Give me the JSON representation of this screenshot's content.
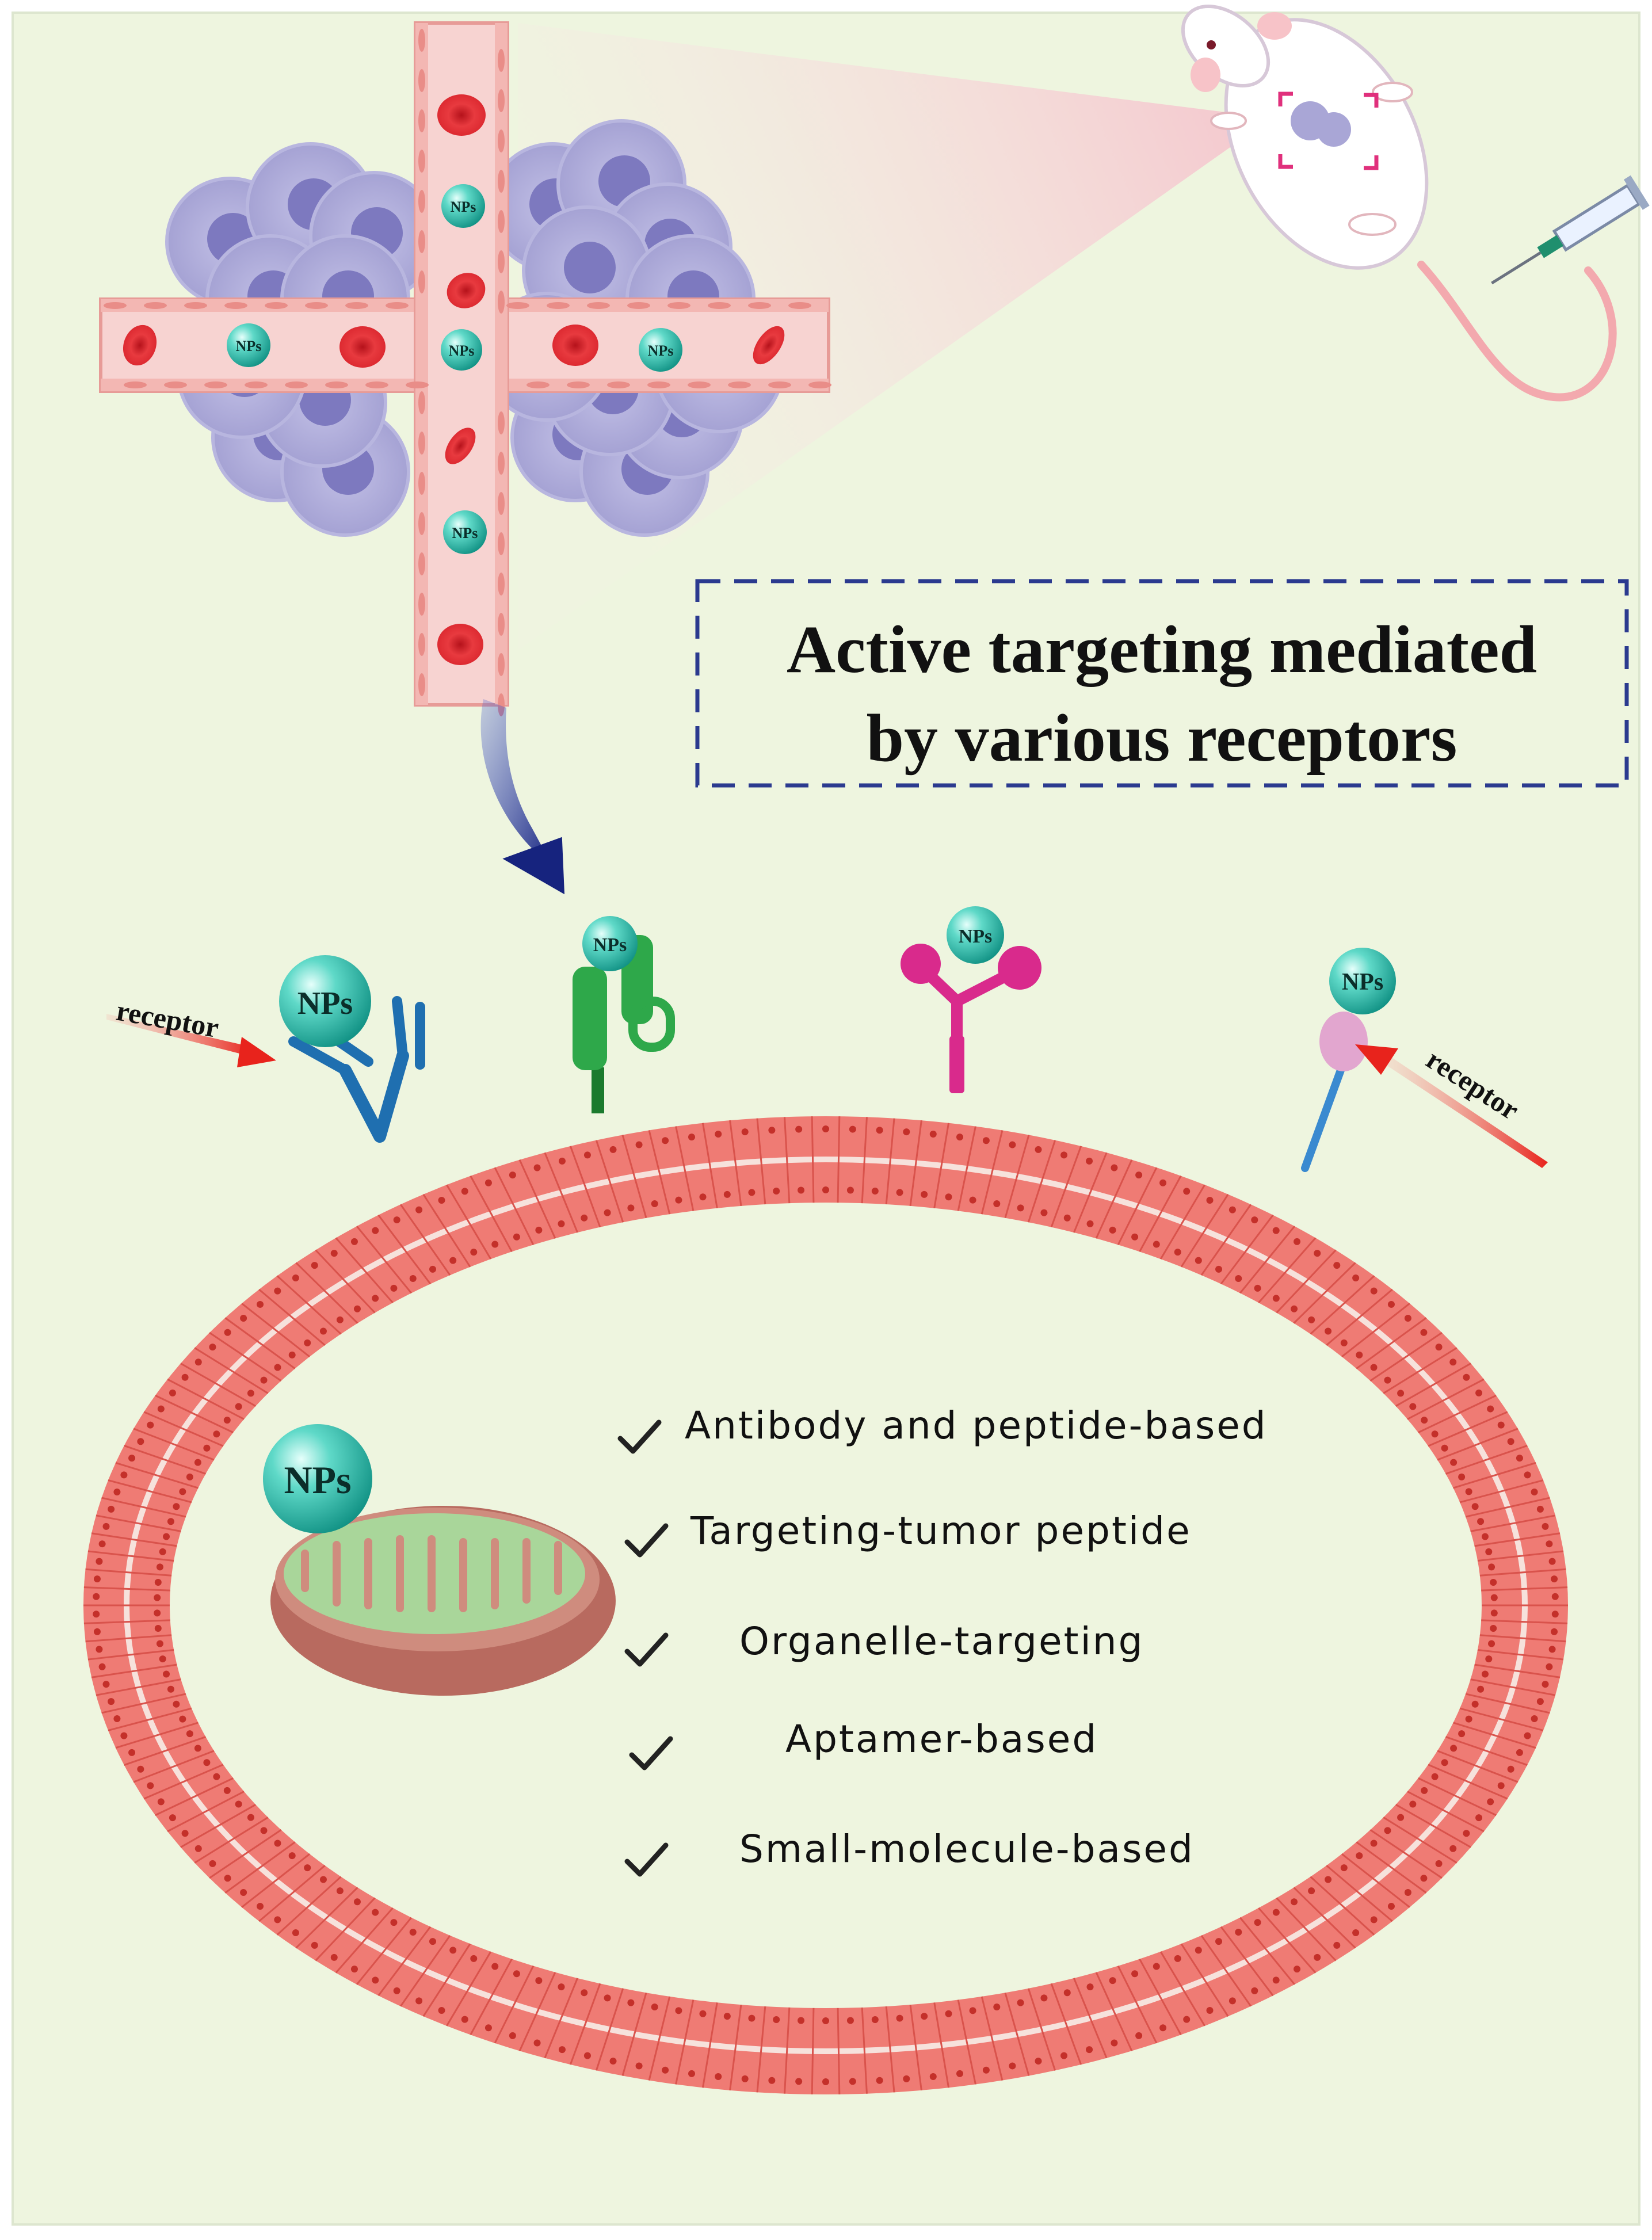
{
  "heading": {
    "line1": "Active targeting mediated",
    "line2": "by various receptors"
  },
  "np_label": "NPs",
  "receptor_label_left": "receptor",
  "receptor_label_right": "receptor",
  "checklist": [
    "Antibody and peptide-based",
    "Targeting-tumor peptide",
    "Organelle-targeting",
    "Aptamer-based",
    "Small-molecule-based"
  ],
  "colors": {
    "background": "#eef5df",
    "membrane": "#ef7b74",
    "vessel": "#f7d3d1",
    "rbc": "#e3262d",
    "np": "#1fb8a6",
    "tumor": "#a9a6d6",
    "heading_border": "#2b3a8f",
    "arrow_blue": "#1f2f8f",
    "arrow_red": "#e8231c"
  },
  "icons": [
    "tumor-cluster-icon",
    "mouse-icon",
    "syringe-icon",
    "mitochondrion-icon",
    "checkmark-icon",
    "antibody-icon",
    "green-receptor-icon",
    "magenta-receptor-icon",
    "small-molecule-receptor-icon"
  ]
}
